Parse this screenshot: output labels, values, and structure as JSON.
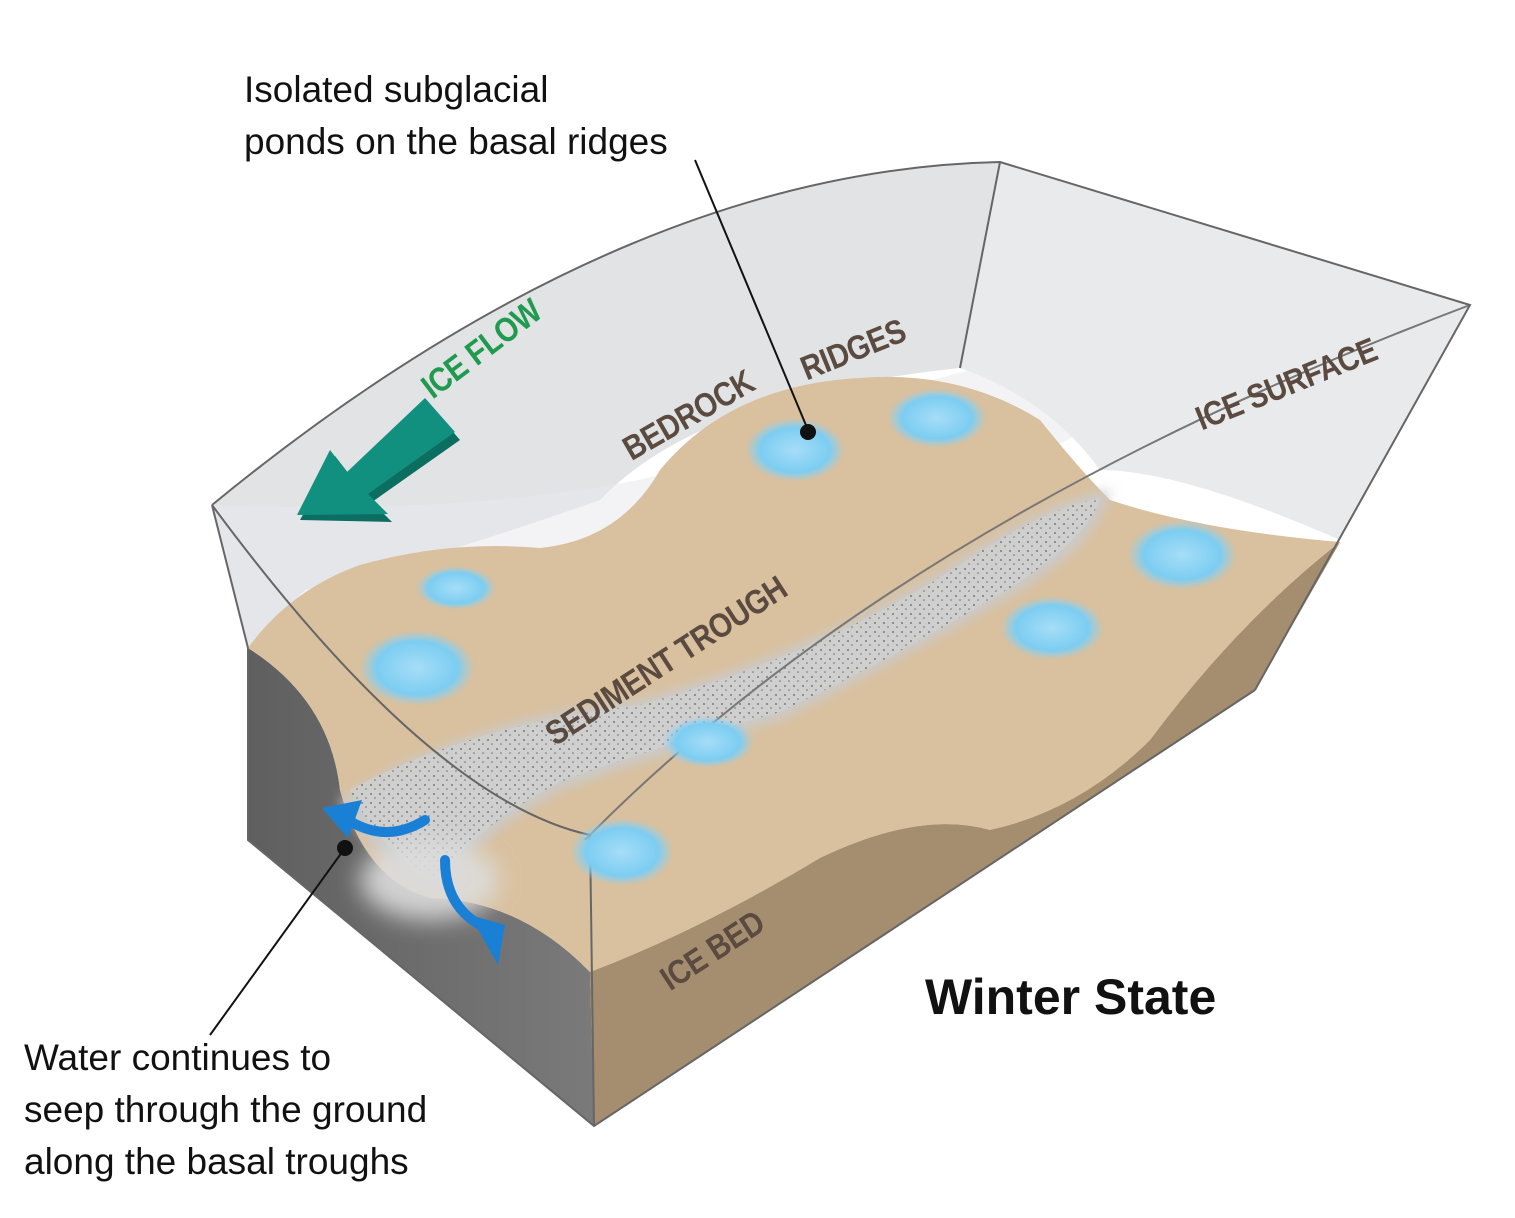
{
  "title": "Winter State",
  "callouts": {
    "top_line1": "Isolated subglacial",
    "top_line2": "ponds on the basal ridges",
    "bottom_line1": "Water continues to",
    "bottom_line2": "seep through the ground",
    "bottom_line3": "along the basal troughs"
  },
  "labels": {
    "ice_flow": "ICE FLOW",
    "bedrock": "BEDROCK",
    "ridges": "RIDGES",
    "ice_surface": "ICE SURFACE",
    "sediment_trough": "SEDIMENT TROUGH",
    "ice_bed": "ICE BED"
  },
  "colors": {
    "ice_flow_text": "#1f9a4e",
    "ice_flow_arrow": "#12907f",
    "block_label": "#5a4a40",
    "bedrock_top": "#d8bf9c",
    "bedrock_side": "#a58d6f",
    "bedrock_shadow_side": "#6b6b6b",
    "pond": "#8fd3f4",
    "seep_arrow": "#1a80d6"
  }
}
